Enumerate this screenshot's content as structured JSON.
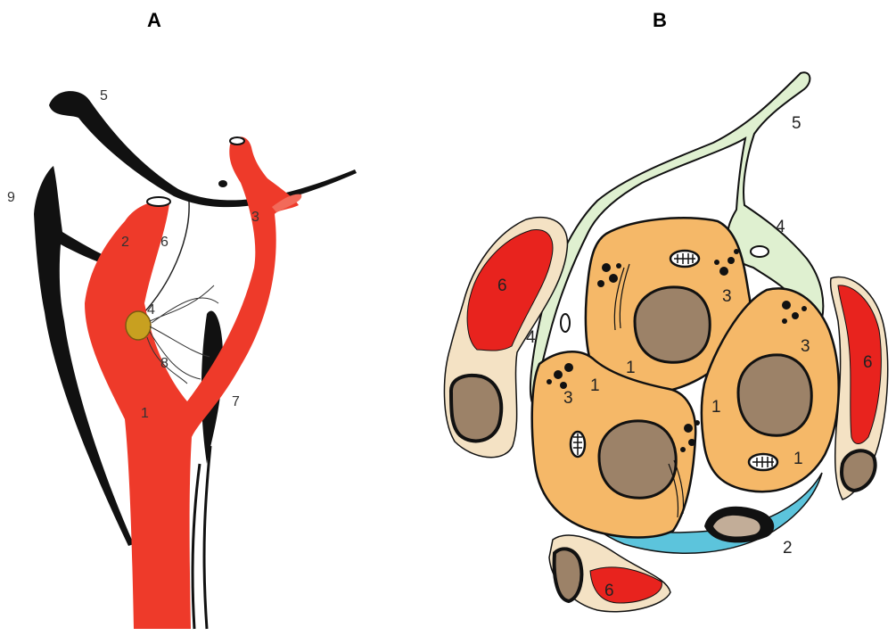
{
  "panels": {
    "a": {
      "title": "A"
    },
    "b": {
      "title": "B"
    }
  },
  "labels_a": {
    "l1": "1",
    "l2": "2",
    "l3": "3",
    "l4": "4",
    "l5": "5",
    "l6": "6",
    "l7": "7",
    "l8": "8",
    "l9": "9"
  },
  "labels_b": {
    "cell1_top": "1",
    "cell1_left": "1",
    "cell1_right": "1",
    "cell1_bottom_right": "1",
    "l2": "2",
    "l3_top": "3",
    "l3_left": "3",
    "l3_right": "3",
    "l4_top": "4",
    "l4_left": "4",
    "l5": "5",
    "l6_left": "6",
    "l6_right": "6",
    "l6_bottom": "6"
  },
  "colors": {
    "artery": "#ee3a2a",
    "nerve": "#111111",
    "glomus": "#c8a020",
    "chief_cell": "#f5b868",
    "nucleus": "#9c8268",
    "sustentacular": "#dff0d0",
    "pericyte": "#5cc4dc",
    "capillary_wall": "#f4e2c4",
    "erythrocyte": "#e8231e"
  }
}
